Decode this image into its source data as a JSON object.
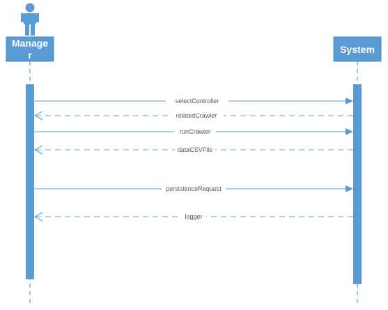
{
  "actors": [
    {
      "label_lines": [
        "Manage",
        "r"
      ],
      "icon": "person-icon"
    },
    {
      "label_lines": [
        "System"
      ]
    }
  ],
  "messages": [
    {
      "label": "selectController",
      "style": "solid",
      "direction": "right"
    },
    {
      "label": "relatedCrawler",
      "style": "dashed",
      "direction": "left"
    },
    {
      "label": "runCrawler",
      "style": "solid",
      "direction": "right"
    },
    {
      "label": "dataCSVFile",
      "style": "dashed",
      "direction": "left"
    },
    {
      "label": "persistenceRequest",
      "style": "solid",
      "direction": "right"
    },
    {
      "label": "logger",
      "style": "dashed",
      "direction": "left"
    }
  ],
  "colors": {
    "accent": "#5b9bd5",
    "label_text": "#595959"
  }
}
